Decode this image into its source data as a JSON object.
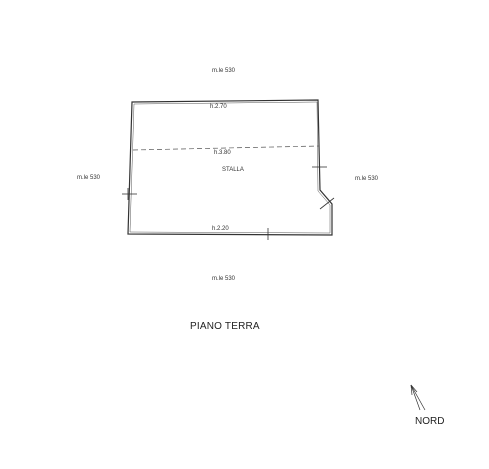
{
  "labels": {
    "neighbor_north": "m.le 530",
    "neighbor_west": "m.le 530",
    "neighbor_east": "m.le 530",
    "neighbor_south": "m.le 530",
    "height_top": "h.2.70",
    "height_mid": "h.3.80",
    "height_bottom": "h.2.20",
    "room_name": "STALLA",
    "floor_title": "PIANO TERRA",
    "north_label": "NORD"
  },
  "colors": {
    "line": "#333333",
    "background": "#ffffff"
  }
}
